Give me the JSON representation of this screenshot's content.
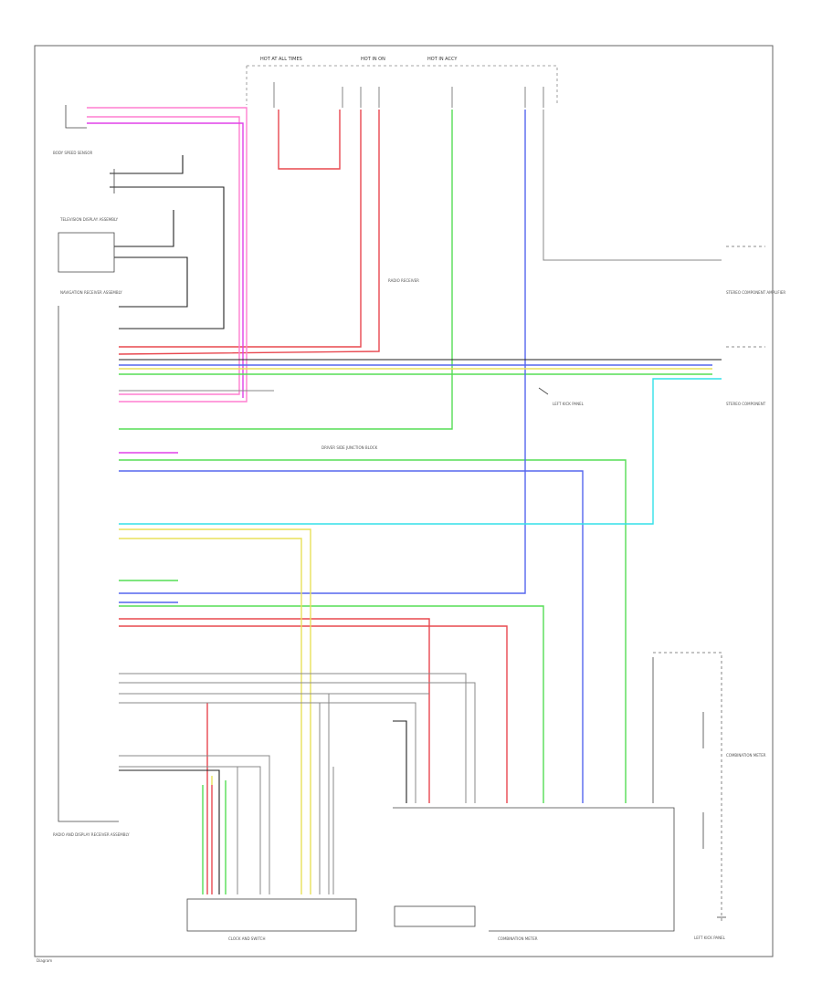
{
  "labels": {
    "top_fuse_1": "HOT AT ALL TIMES",
    "top_fuse_2": "HOT IN ON",
    "top_fuse_3": "HOT IN ACCY",
    "left_sensor": "BODY SPEED SENSOR",
    "left_module_1": "TELEVISION DISPLAY ASSEMBLY",
    "left_module_2": "NAVIGATION RECEIVER ASSEMBLY",
    "mid_junction": "DRIVER SIDE JUNCTION BLOCK",
    "left_ground": "LEFT KICK PANEL",
    "right_module_1": "STEREO COMPONENT AMPLIFIER",
    "right_module_2": "STEREO COMPONENT",
    "right_module_3": "RADIO RECEIVER",
    "right_bottom_1": "COMBINATION METER",
    "right_bottom_2": "LEFT KICK PANEL",
    "bottom_left_box": "CLOCK AND SWITCH",
    "bottom_mid_box": "COMBINATION METER",
    "bottom_left_text": "RADIO AND DISPLAY RECEIVER ASSEMBLY",
    "footer": "Diagram"
  },
  "colors": {
    "red": "#e8484f",
    "pink": "#ff7fd0",
    "magenta": "#e040e8",
    "green": "#55dd55",
    "blue": "#5566ee",
    "yellow": "#e8e05a",
    "cyan": "#33e0e8",
    "gray": "#888888",
    "black": "#222222"
  }
}
